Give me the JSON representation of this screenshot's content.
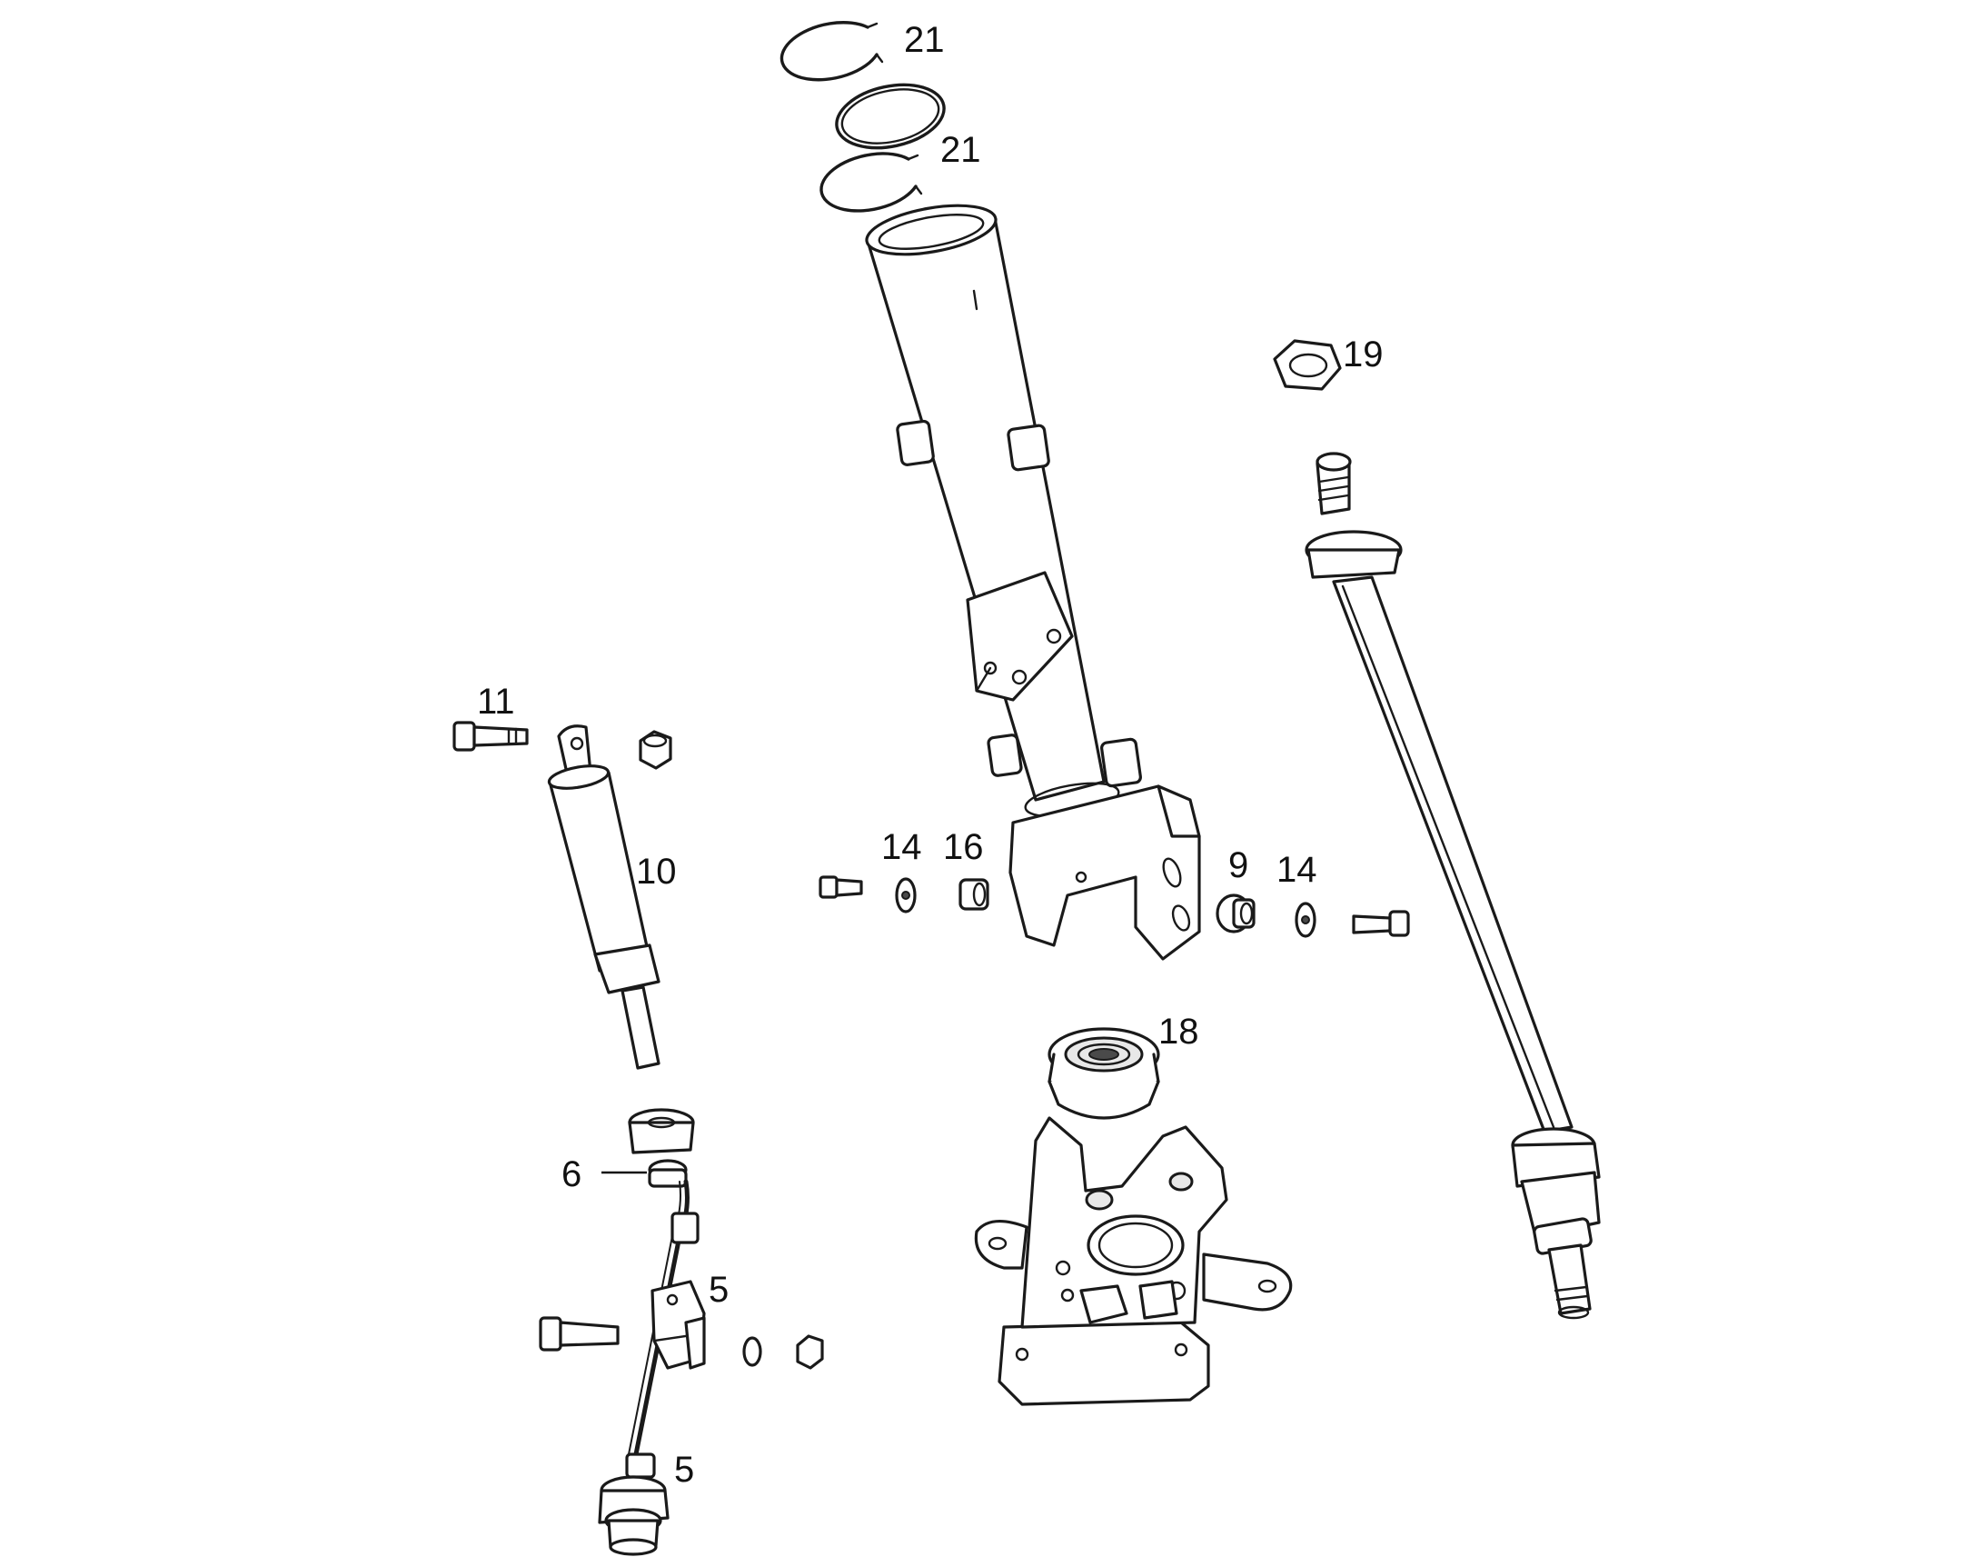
{
  "callouts": [
    {
      "id": "c21a",
      "text": "21"
    },
    {
      "id": "c21b",
      "text": "21"
    },
    {
      "id": "c19",
      "text": "19"
    },
    {
      "id": "c11",
      "text": "11"
    },
    {
      "id": "c10",
      "text": "10"
    },
    {
      "id": "c14a",
      "text": "14"
    },
    {
      "id": "c16",
      "text": "16"
    },
    {
      "id": "c9",
      "text": "9"
    },
    {
      "id": "c14b",
      "text": "14"
    },
    {
      "id": "c18",
      "text": "18"
    },
    {
      "id": "c6",
      "text": "6"
    },
    {
      "id": "c5a",
      "text": "5"
    },
    {
      "id": "c5b",
      "text": "5"
    }
  ]
}
